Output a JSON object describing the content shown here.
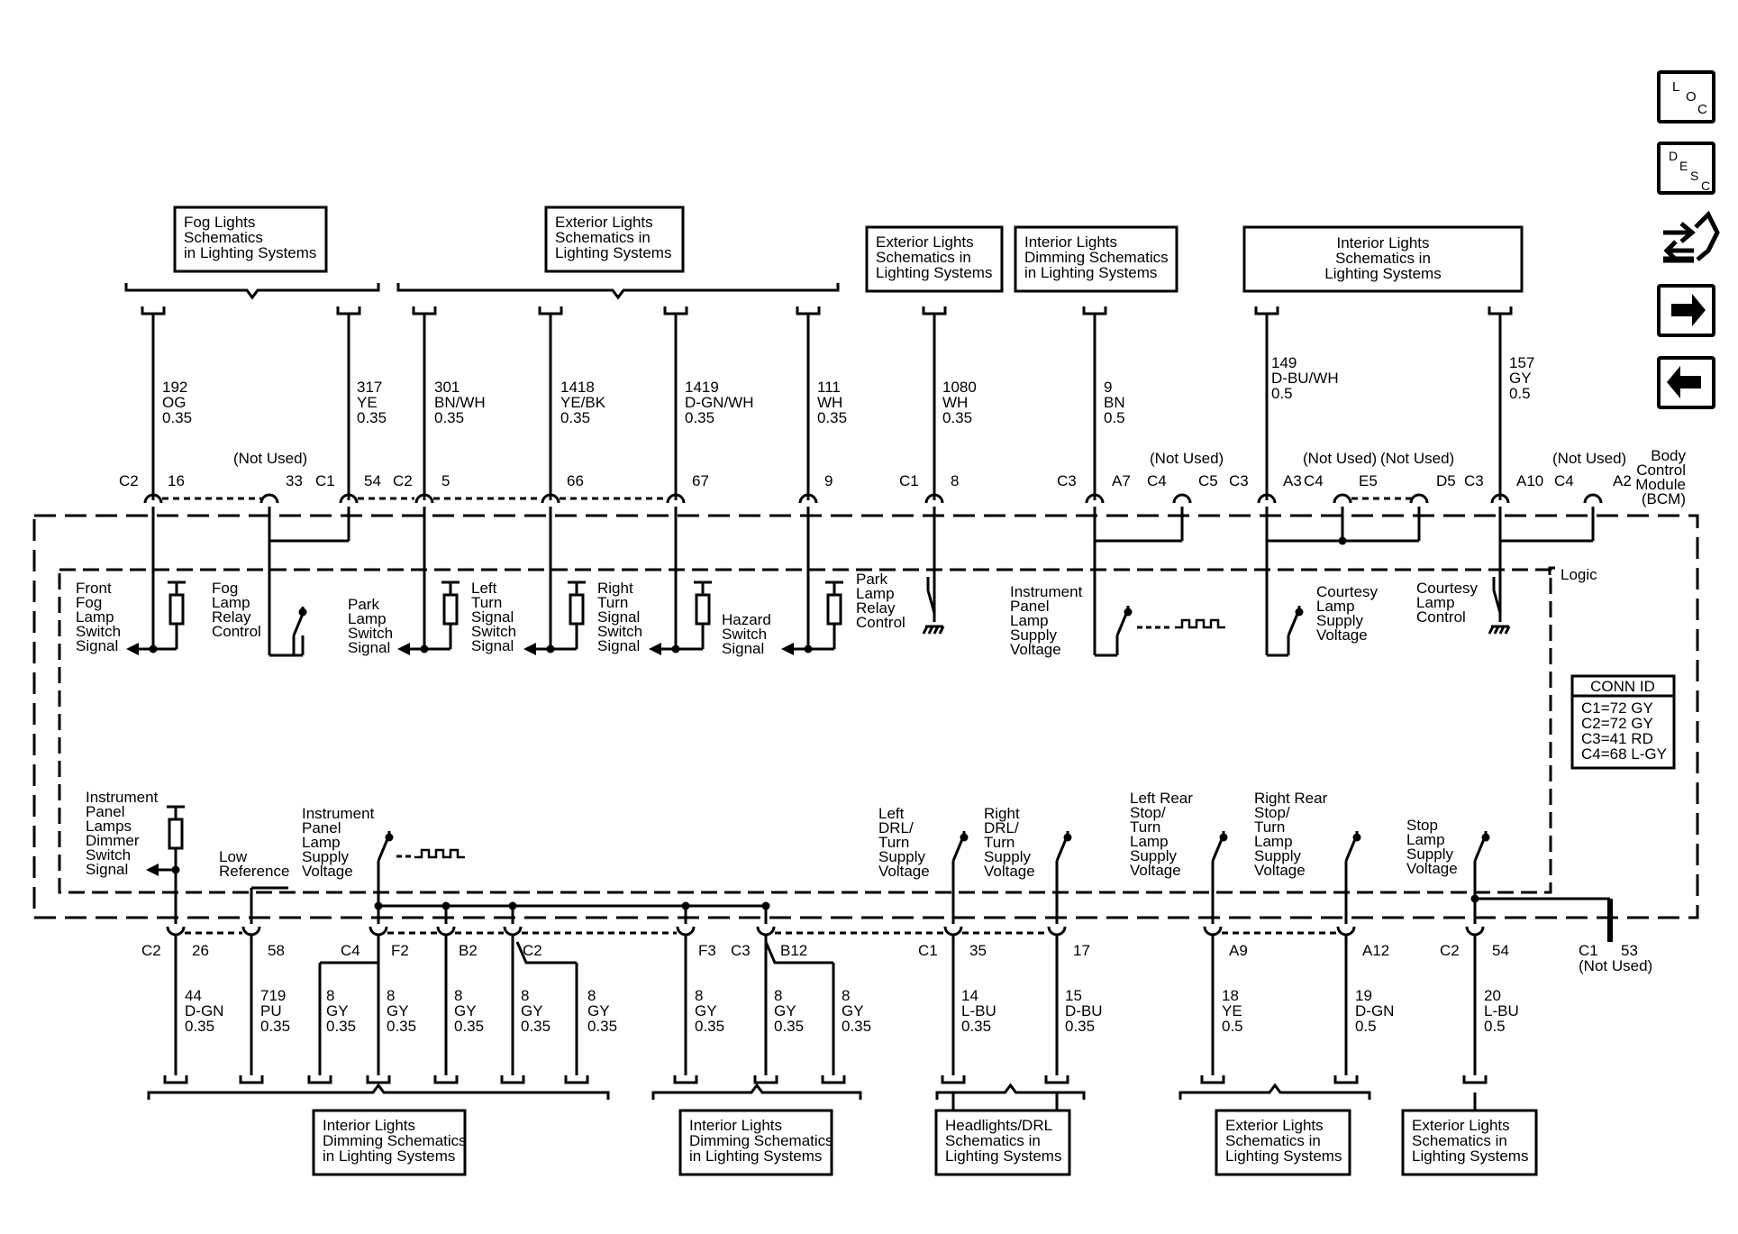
{
  "module": {
    "name": [
      "Body",
      "Control",
      "Module",
      "(BCM)"
    ],
    "logic": "Logic"
  },
  "conn_id": {
    "title": "CONN ID",
    "lines": [
      "C1=72 GY",
      "C2=72 GY",
      "C3=41 RD",
      "C4=68 L-GY"
    ]
  },
  "nav": {
    "loc": [
      "L",
      "O",
      "C"
    ],
    "desc": [
      "D",
      "E",
      "S",
      "C"
    ]
  },
  "not_used": "(Not Used)",
  "top_refs": [
    [
      "Fog Lights",
      "Schematics",
      "in Lighting Systems"
    ],
    [
      "Exterior Lights",
      "Schematics in",
      "Lighting Systems"
    ],
    [
      "Exterior Lights",
      "Schematics in",
      "Lighting Systems"
    ],
    [
      "Interior Lights",
      "Dimming Schematics",
      "in Lighting Systems"
    ],
    [
      "Interior Lights",
      "Schematics in",
      "Lighting Systems"
    ]
  ],
  "bottom_refs": [
    [
      "Interior Lights",
      "Dimming Schematics",
      "in Lighting Systems"
    ],
    [
      "Interior Lights",
      "Dimming Schematics",
      "in Lighting Systems"
    ],
    [
      "Headlights/DRL",
      "Schematics in",
      "Lighting Systems"
    ],
    [
      "Exterior Lights",
      "Schematics in",
      "Lighting Systems"
    ],
    [
      "Exterior Lights",
      "Schematics in",
      "Lighting Systems"
    ]
  ],
  "top_wires": [
    {
      "circuit": "192",
      "color": "OG",
      "gauge": "0.35"
    },
    {
      "circuit": "317",
      "color": "YE",
      "gauge": "0.35"
    },
    {
      "circuit": "301",
      "color": "BN/WH",
      "gauge": "0.35"
    },
    {
      "circuit": "1418",
      "color": "YE/BK",
      "gauge": "0.35"
    },
    {
      "circuit": "1419",
      "color": "D-GN/WH",
      "gauge": "0.35"
    },
    {
      "circuit": "111",
      "color": "WH",
      "gauge": "0.35"
    },
    {
      "circuit": "1080",
      "color": "WH",
      "gauge": "0.35"
    },
    {
      "circuit": "9",
      "color": "BN",
      "gauge": "0.5"
    },
    {
      "circuit": "149",
      "color": "D-BU/WH",
      "gauge": "0.5"
    },
    {
      "circuit": "157",
      "color": "GY",
      "gauge": "0.5"
    }
  ],
  "top_pins": [
    {
      "conn": "C2",
      "pin": "16"
    },
    {
      "conn": "",
      "pin": "33"
    },
    {
      "conn": "C1",
      "pin": "54"
    },
    {
      "conn": "C2",
      "pin": "5"
    },
    {
      "conn": "",
      "pin": "66"
    },
    {
      "conn": "",
      "pin": "67"
    },
    {
      "conn": "",
      "pin": "9"
    },
    {
      "conn": "C1",
      "pin": "8"
    },
    {
      "conn": "C3",
      "pin": "A7"
    },
    {
      "conn": "C4",
      "pin": "C5"
    },
    {
      "conn": "C3",
      "pin": "A3"
    },
    {
      "conn": "C4",
      "pin": "E5"
    },
    {
      "conn": "",
      "pin": "D5"
    },
    {
      "conn": "C3",
      "pin": "A10"
    },
    {
      "conn": "C4",
      "pin": "A2"
    }
  ],
  "top_signals": [
    [
      "Front",
      "Fog",
      "Lamp",
      "Switch",
      "Signal"
    ],
    [
      "Fog",
      "Lamp",
      "Relay",
      "Control"
    ],
    [
      "Park",
      "Lamp",
      "Switch",
      "Signal"
    ],
    [
      "Left",
      "Turn",
      "Signal",
      "Switch",
      "Signal"
    ],
    [
      "Right",
      "Turn",
      "Signal",
      "Switch",
      "Signal"
    ],
    [
      "Hazard",
      "Switch",
      "Signal"
    ],
    [
      "Park",
      "Lamp",
      "Relay",
      "Control"
    ],
    [
      "Instrument",
      "Panel",
      "Lamp",
      "Supply",
      "Voltage"
    ],
    [
      "Courtesy",
      "Lamp",
      "Supply",
      "Voltage"
    ],
    [
      "Courtesy",
      "Lamp",
      "Control"
    ]
  ],
  "bottom_signals": [
    [
      "Instrument",
      "Panel",
      "Lamps",
      "Dimmer",
      "Switch",
      "Signal"
    ],
    [
      "Low",
      "Reference"
    ],
    [
      "Instrument",
      "Panel",
      "Lamp",
      "Supply",
      "Voltage"
    ],
    [
      "Left",
      "DRL/",
      "Turn",
      "Supply",
      "Voltage"
    ],
    [
      "Right",
      "DRL/",
      "Turn",
      "Supply",
      "Voltage"
    ],
    [
      "Left Rear",
      "Stop/",
      "Turn",
      "Lamp",
      "Supply",
      "Voltage"
    ],
    [
      "Right Rear",
      "Stop/",
      "Turn",
      "Lamp",
      "Supply",
      "Voltage"
    ],
    [
      "Stop",
      "Lamp",
      "Supply",
      "Voltage"
    ]
  ],
  "bottom_pins": [
    {
      "conn": "C2",
      "pin": "26"
    },
    {
      "conn": "",
      "pin": "58"
    },
    {
      "conn": "C4",
      "pin": "F2"
    },
    {
      "conn": "",
      "pin": "B2"
    },
    {
      "conn": "C2",
      "pin": ""
    },
    {
      "conn": "",
      "pin": "F3"
    },
    {
      "conn": "C3",
      "pin": "B12"
    },
    {
      "conn": "C1",
      "pin": "35"
    },
    {
      "conn": "",
      "pin": "17"
    },
    {
      "conn": "",
      "pin": "A9"
    },
    {
      "conn": "",
      "pin": "A12"
    },
    {
      "conn": "C2",
      "pin": "54"
    },
    {
      "conn": "C1",
      "pin": "53"
    }
  ],
  "bottom_wires": [
    {
      "circuit": "44",
      "color": "D-GN",
      "gauge": "0.35"
    },
    {
      "circuit": "719",
      "color": "PU",
      "gauge": "0.35"
    },
    {
      "circuit": "8",
      "color": "GY",
      "gauge": "0.35"
    },
    {
      "circuit": "8",
      "color": "GY",
      "gauge": "0.35"
    },
    {
      "circuit": "8",
      "color": "GY",
      "gauge": "0.35"
    },
    {
      "circuit": "8",
      "color": "GY",
      "gauge": "0.35"
    },
    {
      "circuit": "8",
      "color": "GY",
      "gauge": "0.35"
    },
    {
      "circuit": "8",
      "color": "GY",
      "gauge": "0.35"
    },
    {
      "circuit": "8",
      "color": "GY",
      "gauge": "0.35"
    },
    {
      "circuit": "8",
      "color": "GY",
      "gauge": "0.35"
    },
    {
      "circuit": "14",
      "color": "L-BU",
      "gauge": "0.35"
    },
    {
      "circuit": "15",
      "color": "D-BU",
      "gauge": "0.35"
    },
    {
      "circuit": "18",
      "color": "YE",
      "gauge": "0.5"
    },
    {
      "circuit": "19",
      "color": "D-GN",
      "gauge": "0.5"
    },
    {
      "circuit": "20",
      "color": "L-BU",
      "gauge": "0.5"
    }
  ]
}
